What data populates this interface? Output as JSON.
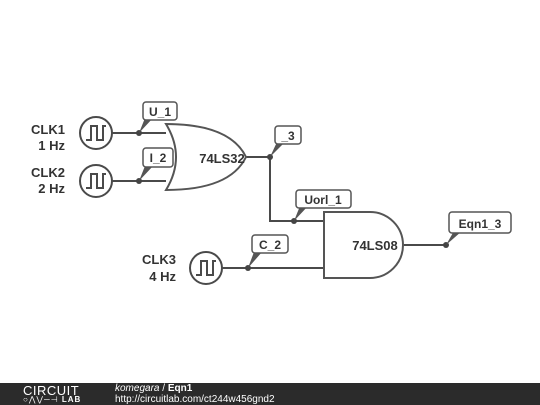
{
  "sources": [
    {
      "name": "CLK1",
      "freq": "1 Hz"
    },
    {
      "name": "CLK2",
      "freq": "2 Hz"
    },
    {
      "name": "CLK3",
      "freq": "4 Hz"
    }
  ],
  "gates": {
    "or_gate": "74LS32",
    "and_gate": "74LS08"
  },
  "net_labels": {
    "u1": "U_1",
    "i2": "I_2",
    "n3": "_3",
    "uorl1": "Uorl_1",
    "c2": "C_2",
    "eqn13": "Eqn1_3"
  },
  "footer": {
    "logo_top": "CIRCUIT",
    "logo_bottom": "LAB",
    "author": "komegara",
    "separator": " / ",
    "title": "Eqn1",
    "url": "http://circuitlab.com/ct244w456gnd2"
  }
}
